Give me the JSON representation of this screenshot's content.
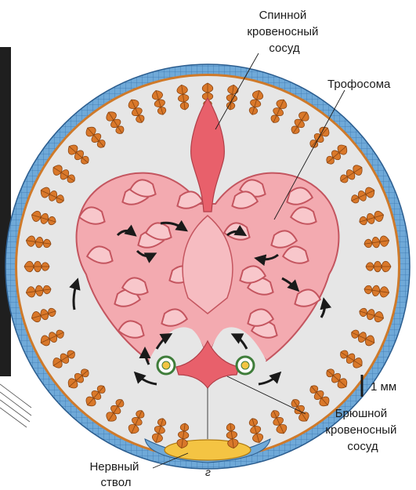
{
  "labels": {
    "dorsal_vessel": [
      "Спинной",
      "кровеносный",
      "сосуд"
    ],
    "trophosome": "Трофосома",
    "scale": "1 мм",
    "ventral_vessel": [
      "Брюшной",
      "кровеносный",
      "сосуд"
    ],
    "nerve_trunk": [
      "Нервный",
      "ствол"
    ],
    "letter": "г"
  },
  "colors": {
    "epidermis": "#6fa9d8",
    "muscle_band": "#cf7a2a",
    "coelom": "#e4e4e4",
    "trophosome": "#f0a7ad",
    "vessel": "#e8606b",
    "tentacles": "#d9782a",
    "nerve_trunk": "#f4c443"
  }
}
